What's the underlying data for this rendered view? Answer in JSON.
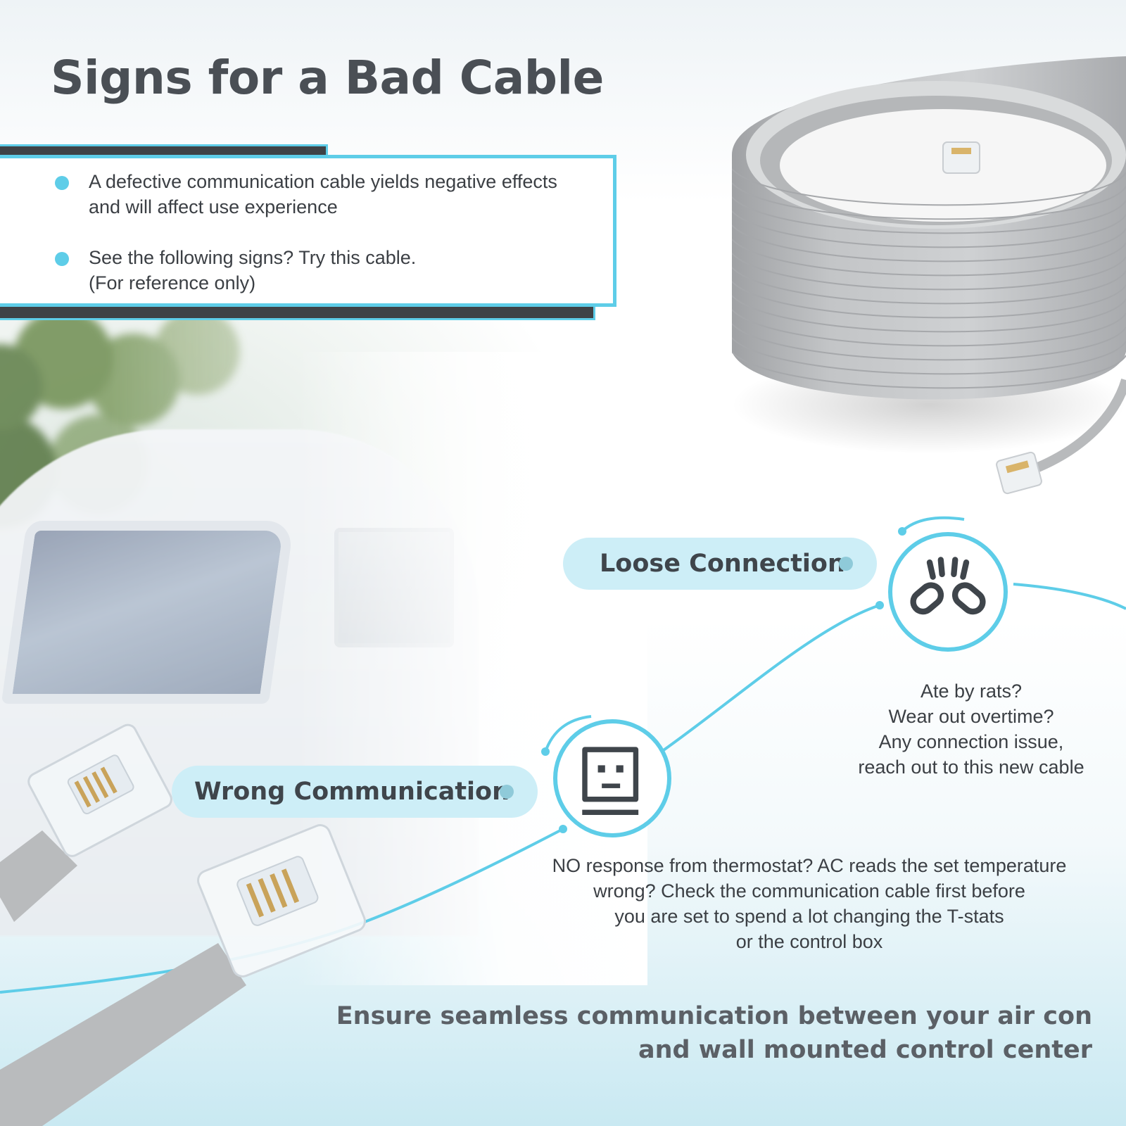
{
  "title": "Signs for a Bad Cable",
  "bullets": [
    {
      "line1": "A defective communication cable yields negative effects",
      "line2": "and will affect use experience"
    },
    {
      "line1": "See the following signs? Try this cable.",
      "line2": "(For reference only)"
    }
  ],
  "signs": {
    "loose": {
      "label": "Loose Connection",
      "icon": "broken-link-icon",
      "desc": [
        "Ate by rats?",
        "Wear out overtime?",
        "Any connection issue,",
        "reach out to this new cable"
      ]
    },
    "wrong": {
      "label": "Wrong Communication",
      "icon": "confused-monitor-icon",
      "desc": [
        "NO response from thermostat? AC reads the set temperature",
        "wrong? Check the communication cable first before",
        "you are set to spend a lot changing the T-stats",
        "or the control box"
      ]
    }
  },
  "footer": [
    "Ensure seamless communication between your air con",
    "and wall mounted control center"
  ],
  "colors": {
    "accent": "#5ecde8",
    "pill": "#cdeef7",
    "text": "#3b3f44",
    "dark_bar": "#3e4246",
    "cable": "#bfc1c3"
  }
}
